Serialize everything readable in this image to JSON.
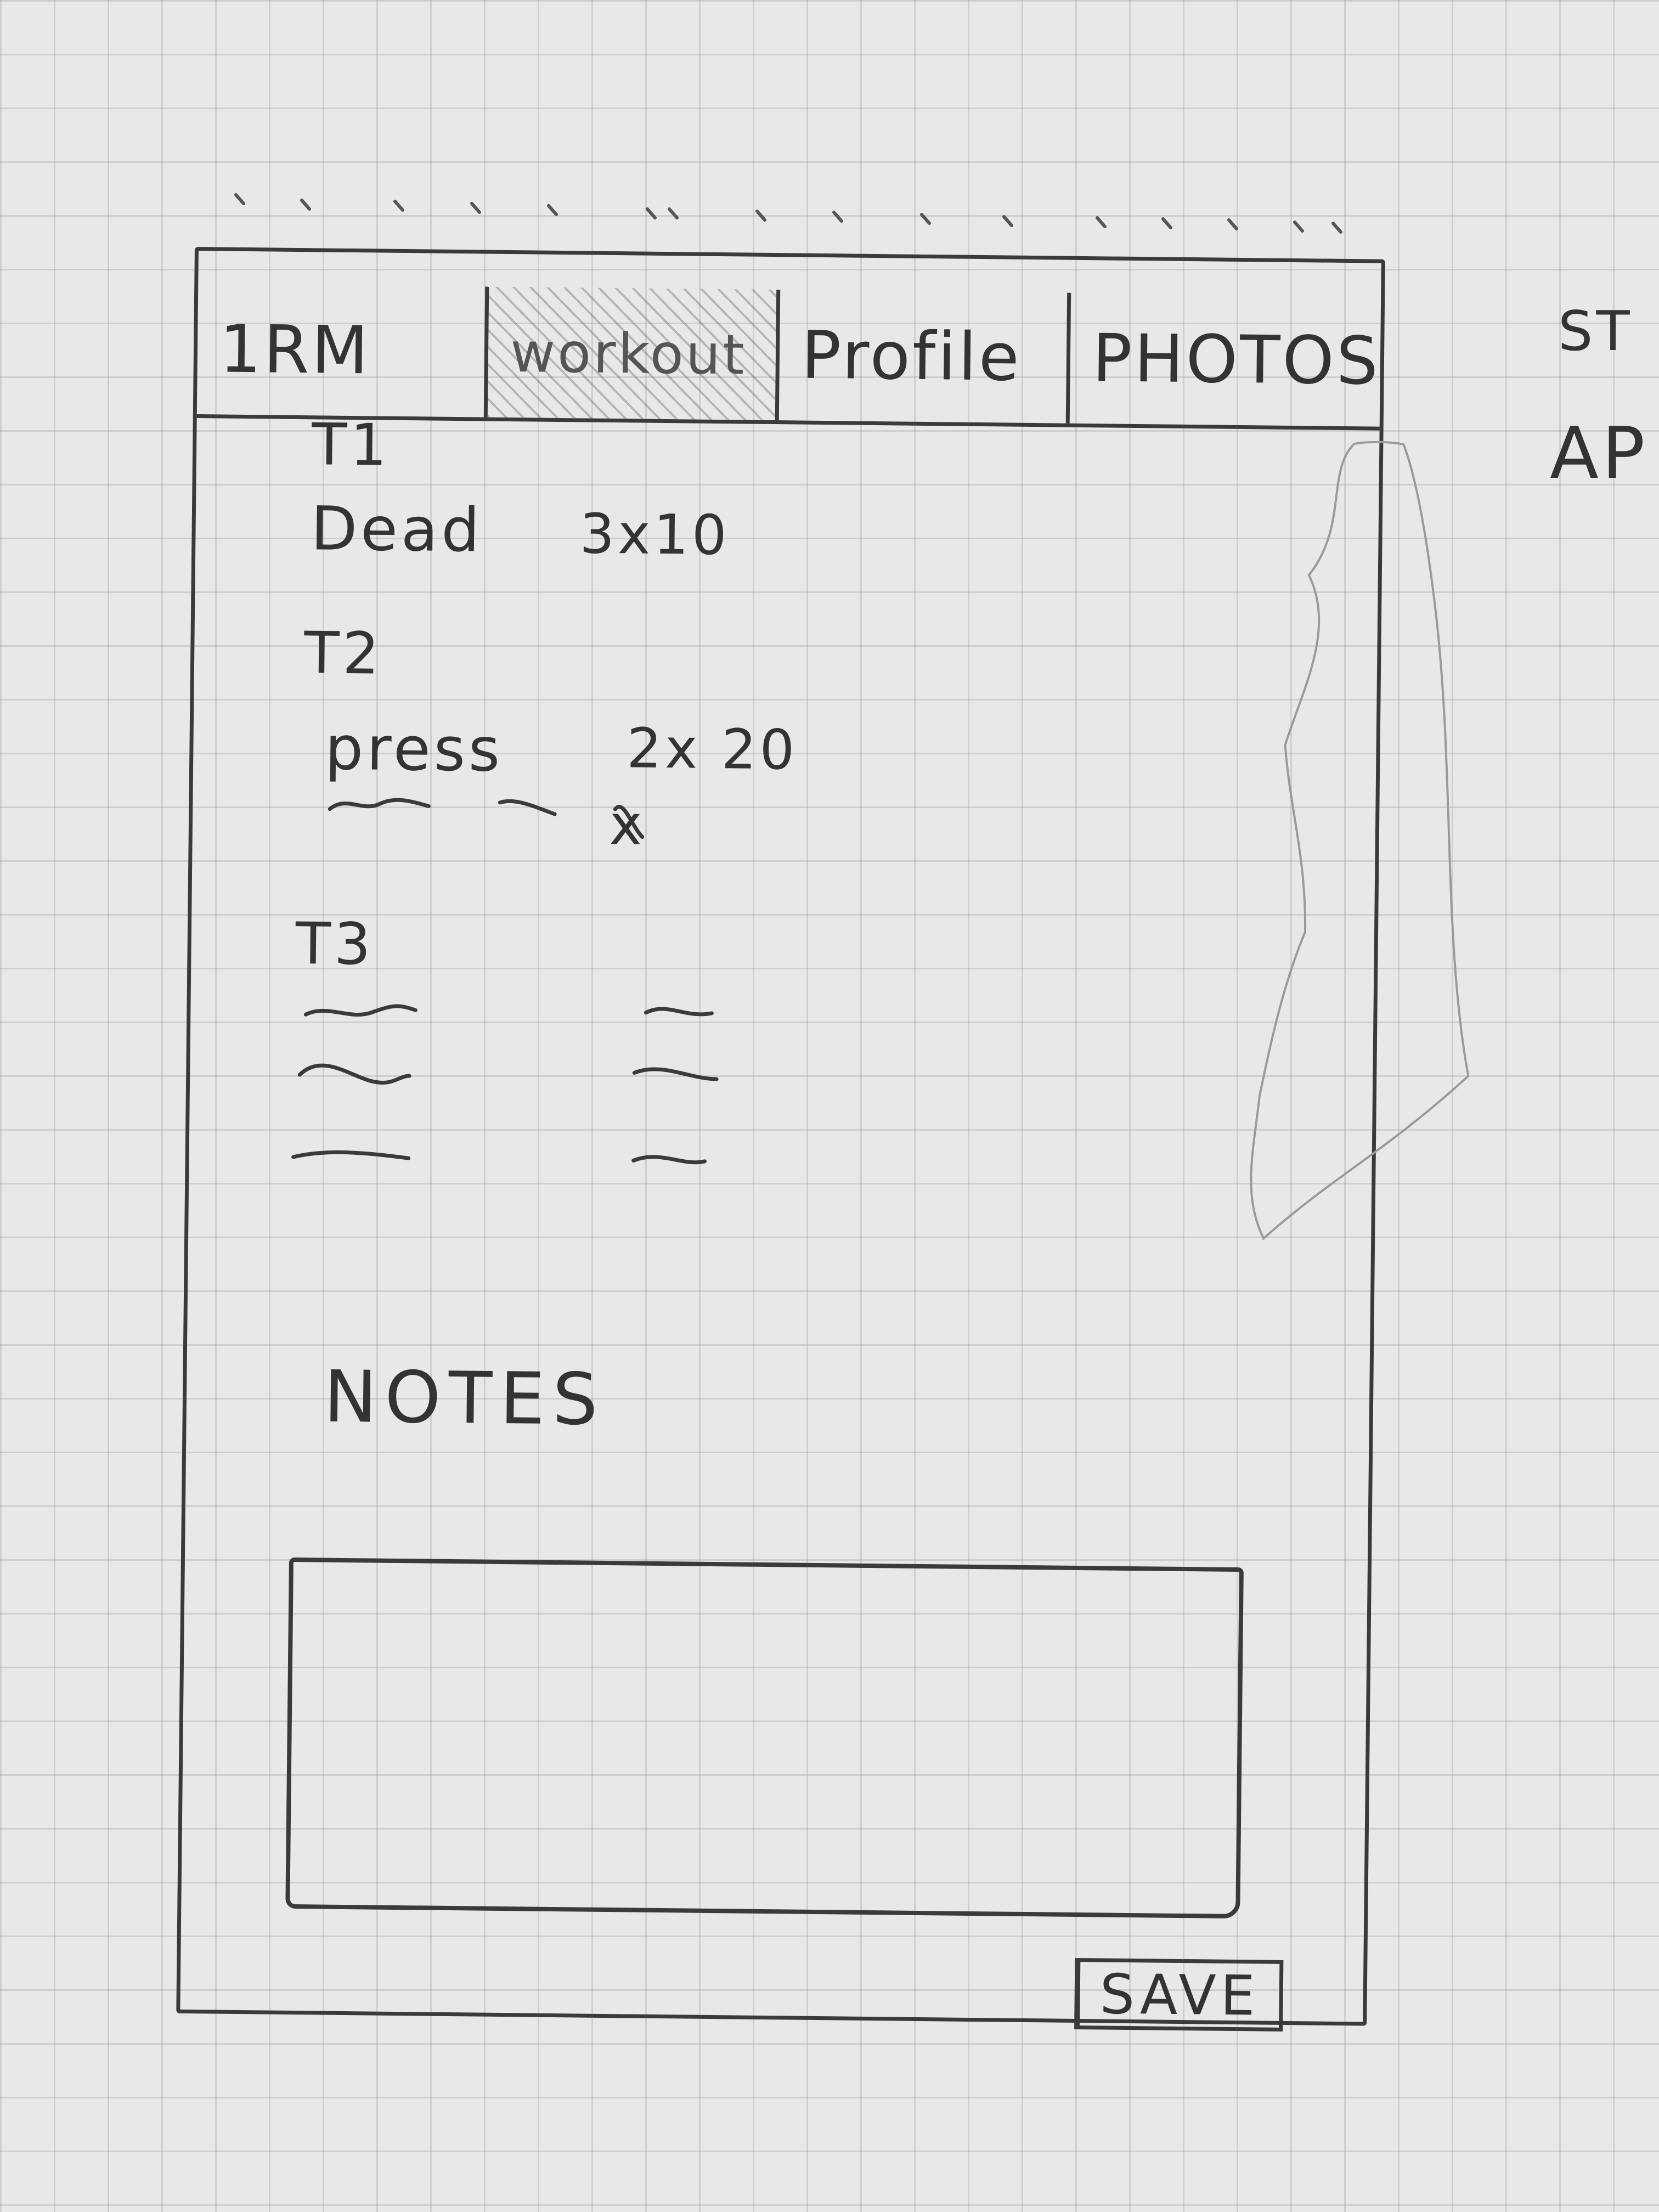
{
  "tabs": [
    {
      "label": "1RM",
      "active": false
    },
    {
      "label": "workout",
      "active": true
    },
    {
      "label": "Profile",
      "active": false
    },
    {
      "label": "PHOTOS",
      "active": false
    }
  ],
  "workout": {
    "tiers": [
      {
        "label": "T1",
        "exercises": [
          {
            "name": "Dead",
            "sets": "3x10"
          }
        ]
      },
      {
        "label": "T2",
        "exercises": [
          {
            "name": "press",
            "sets": "2x 20"
          },
          {
            "name": "",
            "sets": "x"
          }
        ]
      },
      {
        "label": "T3",
        "exercises": []
      }
    ]
  },
  "notes": {
    "label": "NOTES",
    "value": ""
  },
  "save_button": {
    "label": "SAVE"
  },
  "margin_notes": [
    "ST",
    "AP"
  ]
}
